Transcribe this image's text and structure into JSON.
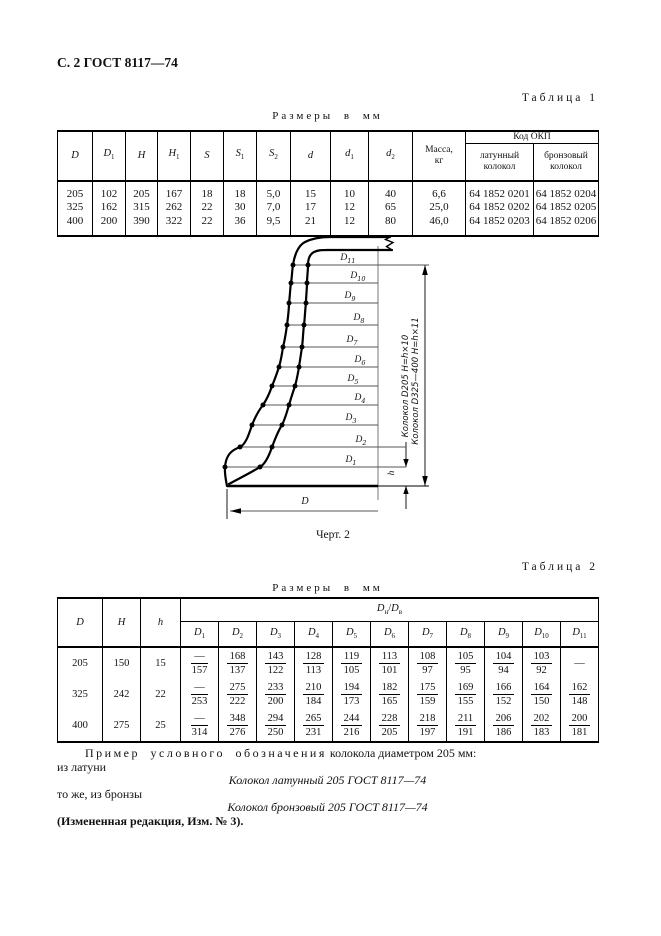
{
  "page": {
    "header": "С. 2 ГОСТ 8117—74"
  },
  "table1": {
    "label": "Таблица 1",
    "units": "Размеры в мм",
    "col_headers": [
      {
        "base": "D",
        "sub": ""
      },
      {
        "base": "D",
        "sub": "1"
      },
      {
        "base": "H",
        "sub": ""
      },
      {
        "base": "H",
        "sub": "1"
      },
      {
        "base": "S",
        "sub": ""
      },
      {
        "base": "S",
        "sub": "1"
      },
      {
        "base": "S",
        "sub": "2"
      },
      {
        "base": "d",
        "sub": ""
      },
      {
        "base": "d",
        "sub": "1"
      },
      {
        "base": "d",
        "sub": "2"
      }
    ],
    "mass_line1": "Масса,",
    "mass_line2": "кг",
    "okp_header": "Код ОКП",
    "okp_sub_headers": [
      "латунный колокол",
      "бронзовый колокол"
    ],
    "rows": [
      [
        "205",
        "102",
        "205",
        "167",
        "18",
        "18",
        "5,0",
        "15",
        "10",
        "40",
        "6,6",
        "64 1852 0201",
        "64 1852 0204"
      ],
      [
        "325",
        "162",
        "315",
        "262",
        "22",
        "30",
        "7,0",
        "17",
        "12",
        "65",
        "25,0",
        "64 1852 0202",
        "64 1852 0205"
      ],
      [
        "400",
        "200",
        "390",
        "322",
        "22",
        "36",
        "9,5",
        "21",
        "12",
        "80",
        "46,0",
        "64 1852 0203",
        "64 1852 0206"
      ]
    ]
  },
  "drawing": {
    "caption": "Черт. 2",
    "levels": [
      {
        "base": "D",
        "sub": "11"
      },
      {
        "base": "D",
        "sub": "10"
      },
      {
        "base": "D",
        "sub": "9"
      },
      {
        "base": "D",
        "sub": "8"
      },
      {
        "base": "D",
        "sub": "7"
      },
      {
        "base": "D",
        "sub": "6"
      },
      {
        "base": "D",
        "sub": "5"
      },
      {
        "base": "D",
        "sub": "4"
      },
      {
        "base": "D",
        "sub": "3"
      },
      {
        "base": "D",
        "sub": "2"
      },
      {
        "base": "D",
        "sub": "1"
      }
    ],
    "dim_label_inner": "Колокол D205  H=h×10",
    "dim_label_outer": "Колокол D325—400  H=h×11",
    "h_label": "h",
    "d_label": "D"
  },
  "table2": {
    "label": "Таблица 2",
    "units": "Размеры в мм",
    "left_headers": [
      "D",
      "H",
      "h"
    ],
    "dn_dv": {
      "left": {
        "base": "D",
        "sub": "н"
      },
      "right": {
        "base": "D",
        "sub": "в"
      }
    },
    "d_headers": [
      {
        "base": "D",
        "sub": "1"
      },
      {
        "base": "D",
        "sub": "2"
      },
      {
        "base": "D",
        "sub": "3"
      },
      {
        "base": "D",
        "sub": "4"
      },
      {
        "base": "D",
        "sub": "5"
      },
      {
        "base": "D",
        "sub": "6"
      },
      {
        "base": "D",
        "sub": "7"
      },
      {
        "base": "D",
        "sub": "8"
      },
      {
        "base": "D",
        "sub": "9"
      },
      {
        "base": "D",
        "sub": "10"
      },
      {
        "base": "D",
        "sub": "11"
      }
    ],
    "rows": [
      {
        "left": [
          "205",
          "150",
          "15"
        ],
        "cells": [
          "—/157",
          "168/137",
          "143/122",
          "128/113",
          "119/105",
          "113/101",
          "108/97",
          "105/95",
          "104/94",
          "103/92",
          "—"
        ]
      },
      {
        "left": [
          "325",
          "242",
          "22"
        ],
        "cells": [
          "—/253",
          "275/222",
          "233/200",
          "210/184",
          "194/173",
          "182/165",
          "175/159",
          "169/155",
          "166/152",
          "164/150",
          "162/148"
        ]
      },
      {
        "left": [
          "400",
          "275",
          "25"
        ],
        "cells": [
          "—/314",
          "348/276",
          "294/250",
          "265/231",
          "244/216",
          "228/205",
          "218/197",
          "211/191",
          "206/186",
          "202/183",
          "200/181"
        ]
      }
    ]
  },
  "example": {
    "intro_spaced": "Пример условного обозначения",
    "intro_rest": " колокола диаметром 205 мм:",
    "line2": "из латуни",
    "designation1": "Колокол латунный 205 ГОСТ 8117—74",
    "line4": "то же, из бронзы",
    "designation2": "Колокол бронзовый 205 ГОСТ 8117—74",
    "amendment": "(Измененная редакция, Изм. № 3)."
  }
}
